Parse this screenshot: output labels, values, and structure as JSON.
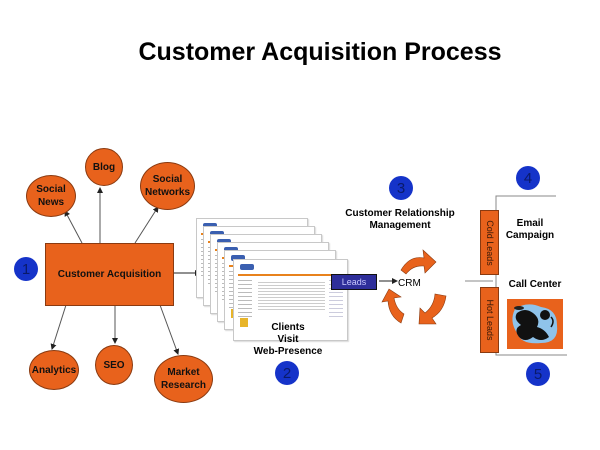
{
  "title": "Customer Acquisition Process",
  "steps": {
    "one": "1",
    "two": "2",
    "three": "3",
    "four": "4",
    "five": "5"
  },
  "main_box": "Customer Acquisition",
  "top_channels": [
    "Social News",
    "Blog",
    "Social Networks"
  ],
  "bottom_channels": [
    "Analytics",
    "SEO",
    "Market Research"
  ],
  "web_presence_label": [
    "Clients",
    "Visit",
    "Web-Presence"
  ],
  "leads_label": "Leads",
  "crm_label": "CRM",
  "crm_title": [
    "Customer Relationship",
    "Management"
  ],
  "cold_leads": "Cold Leads",
  "hot_leads": "Hot Leads",
  "email_campaign": [
    "Email",
    "Campaign"
  ],
  "call_center": "Call Center",
  "colors": {
    "orange": "#e8621c",
    "step_blue": "#1533c9",
    "leads_navy": "#2e2e9a"
  }
}
